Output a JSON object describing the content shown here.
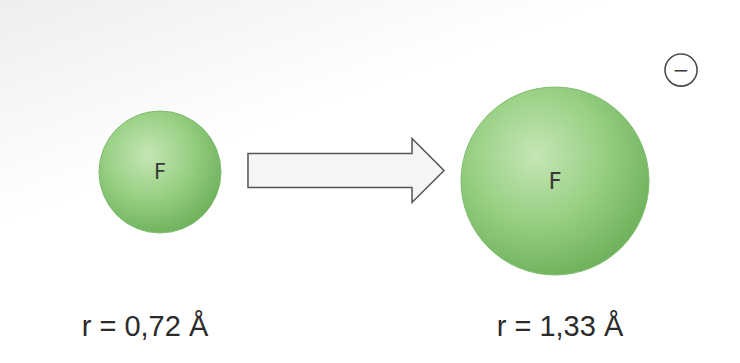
{
  "diagram": {
    "nodes": [
      {
        "text": [
          "F"
        ]
      },
      {
        "text": [
          "F"
        ]
      },
      {
        "text": [
          "−"
        ]
      }
    ],
    "edges": [
      {
        "from": 0,
        "to": 1,
        "arrow": "to"
      }
    ],
    "labels": [
      "r = 0,72 Å",
      "r = 1,33 Å"
    ]
  }
}
